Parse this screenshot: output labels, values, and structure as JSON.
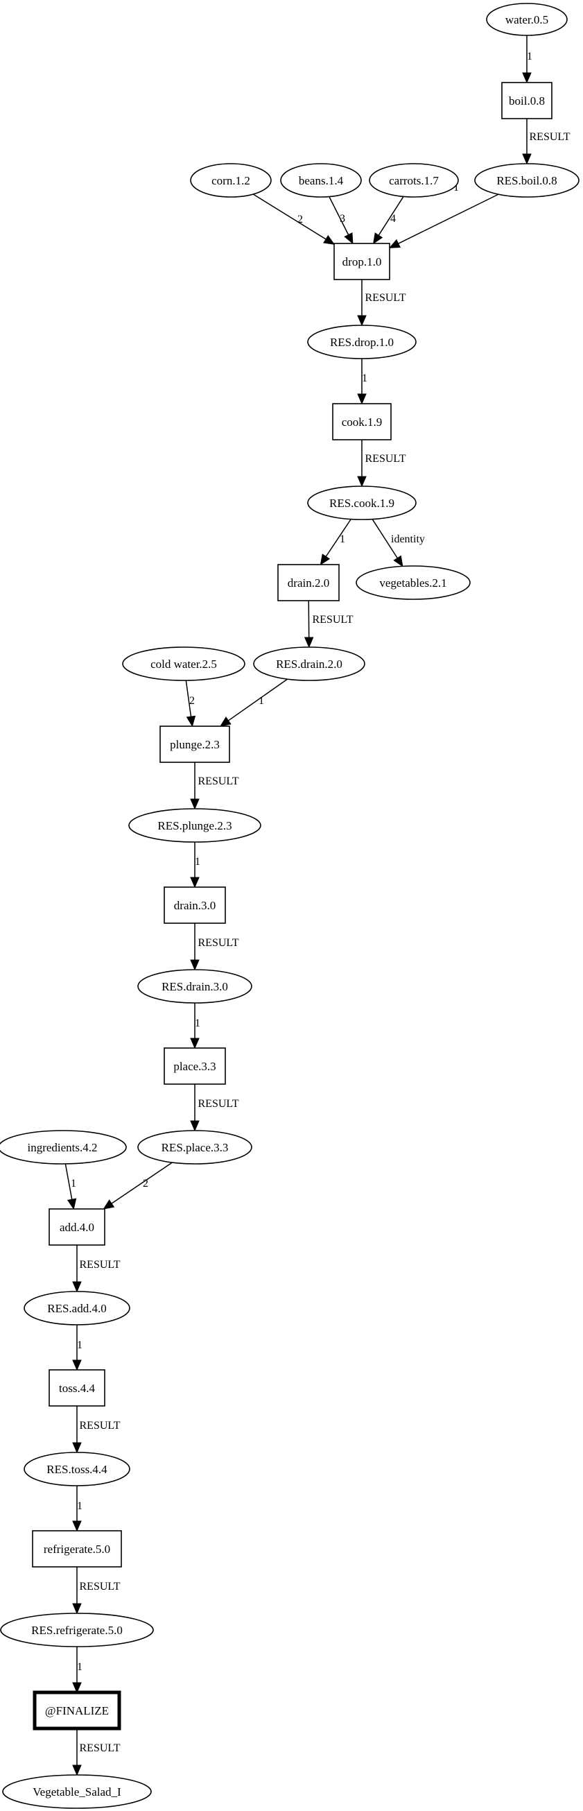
{
  "colors": {
    "stroke": "#000000",
    "finalize_stroke": "#e86a9b"
  },
  "nodes": [
    {
      "id": "water",
      "label": "water.0.5",
      "shape": "ellipse"
    },
    {
      "id": "boil",
      "label": "boil.0.8",
      "shape": "box"
    },
    {
      "id": "res_boil",
      "label": "RES.boil.0.8",
      "shape": "ellipse"
    },
    {
      "id": "corn",
      "label": "corn.1.2",
      "shape": "ellipse"
    },
    {
      "id": "beans",
      "label": "beans.1.4",
      "shape": "ellipse"
    },
    {
      "id": "carrots",
      "label": "carrots.1.7",
      "shape": "ellipse"
    },
    {
      "id": "drop",
      "label": "drop.1.0",
      "shape": "box"
    },
    {
      "id": "res_drop",
      "label": "RES.drop.1.0",
      "shape": "ellipse"
    },
    {
      "id": "cook",
      "label": "cook.1.9",
      "shape": "box"
    },
    {
      "id": "res_cook",
      "label": "RES.cook.1.9",
      "shape": "ellipse"
    },
    {
      "id": "drain2",
      "label": "drain.2.0",
      "shape": "box"
    },
    {
      "id": "vegetables",
      "label": "vegetables.2.1",
      "shape": "ellipse"
    },
    {
      "id": "cold_water",
      "label": "cold water.2.5",
      "shape": "ellipse"
    },
    {
      "id": "res_drain2",
      "label": "RES.drain.2.0",
      "shape": "ellipse"
    },
    {
      "id": "plunge",
      "label": "plunge.2.3",
      "shape": "box"
    },
    {
      "id": "res_plunge",
      "label": "RES.plunge.2.3",
      "shape": "ellipse"
    },
    {
      "id": "drain3",
      "label": "drain.3.0",
      "shape": "box"
    },
    {
      "id": "res_drain3",
      "label": "RES.drain.3.0",
      "shape": "ellipse"
    },
    {
      "id": "place",
      "label": "place.3.3",
      "shape": "box"
    },
    {
      "id": "ingredients",
      "label": "ingredients.4.2",
      "shape": "ellipse"
    },
    {
      "id": "res_place",
      "label": "RES.place.3.3",
      "shape": "ellipse"
    },
    {
      "id": "add",
      "label": "add.4.0",
      "shape": "box"
    },
    {
      "id": "res_add",
      "label": "RES.add.4.0",
      "shape": "ellipse"
    },
    {
      "id": "toss",
      "label": "toss.4.4",
      "shape": "box"
    },
    {
      "id": "res_toss",
      "label": "RES.toss.4.4",
      "shape": "ellipse"
    },
    {
      "id": "refrigerate",
      "label": "refrigerate.5.0",
      "shape": "box"
    },
    {
      "id": "res_refrigerate",
      "label": "RES.refrigerate.5.0",
      "shape": "ellipse"
    },
    {
      "id": "finalize",
      "label": "@FINALIZE",
      "shape": "box",
      "highlight": true
    },
    {
      "id": "salad",
      "label": "Vegetable_Salad_I",
      "shape": "ellipse"
    }
  ],
  "edges": [
    {
      "from": "water",
      "to": "boil",
      "label": "1"
    },
    {
      "from": "boil",
      "to": "res_boil",
      "label": "RESULT"
    },
    {
      "from": "corn",
      "to": "drop",
      "label": "2"
    },
    {
      "from": "beans",
      "to": "drop",
      "label": "3"
    },
    {
      "from": "carrots",
      "to": "drop",
      "label": "4"
    },
    {
      "from": "res_boil",
      "to": "drop",
      "label": "1"
    },
    {
      "from": "drop",
      "to": "res_drop",
      "label": "RESULT"
    },
    {
      "from": "res_drop",
      "to": "cook",
      "label": "1"
    },
    {
      "from": "cook",
      "to": "res_cook",
      "label": "RESULT"
    },
    {
      "from": "res_cook",
      "to": "drain2",
      "label": "1"
    },
    {
      "from": "res_cook",
      "to": "vegetables",
      "label": "identity"
    },
    {
      "from": "drain2",
      "to": "res_drain2",
      "label": "RESULT"
    },
    {
      "from": "cold_water",
      "to": "plunge",
      "label": "2"
    },
    {
      "from": "res_drain2",
      "to": "plunge",
      "label": "1"
    },
    {
      "from": "plunge",
      "to": "res_plunge",
      "label": "RESULT"
    },
    {
      "from": "res_plunge",
      "to": "drain3",
      "label": "1"
    },
    {
      "from": "drain3",
      "to": "res_drain3",
      "label": "RESULT"
    },
    {
      "from": "res_drain3",
      "to": "place",
      "label": "1"
    },
    {
      "from": "place",
      "to": "res_place",
      "label": "RESULT"
    },
    {
      "from": "ingredients",
      "to": "add",
      "label": "1"
    },
    {
      "from": "res_place",
      "to": "add",
      "label": "2"
    },
    {
      "from": "add",
      "to": "res_add",
      "label": "RESULT"
    },
    {
      "from": "res_add",
      "to": "toss",
      "label": "1"
    },
    {
      "from": "toss",
      "to": "res_toss",
      "label": "RESULT"
    },
    {
      "from": "res_toss",
      "to": "refrigerate",
      "label": "1"
    },
    {
      "from": "refrigerate",
      "to": "res_refrigerate",
      "label": "RESULT"
    },
    {
      "from": "res_refrigerate",
      "to": "finalize",
      "label": "1"
    },
    {
      "from": "finalize",
      "to": "salad",
      "label": "RESULT"
    }
  ]
}
